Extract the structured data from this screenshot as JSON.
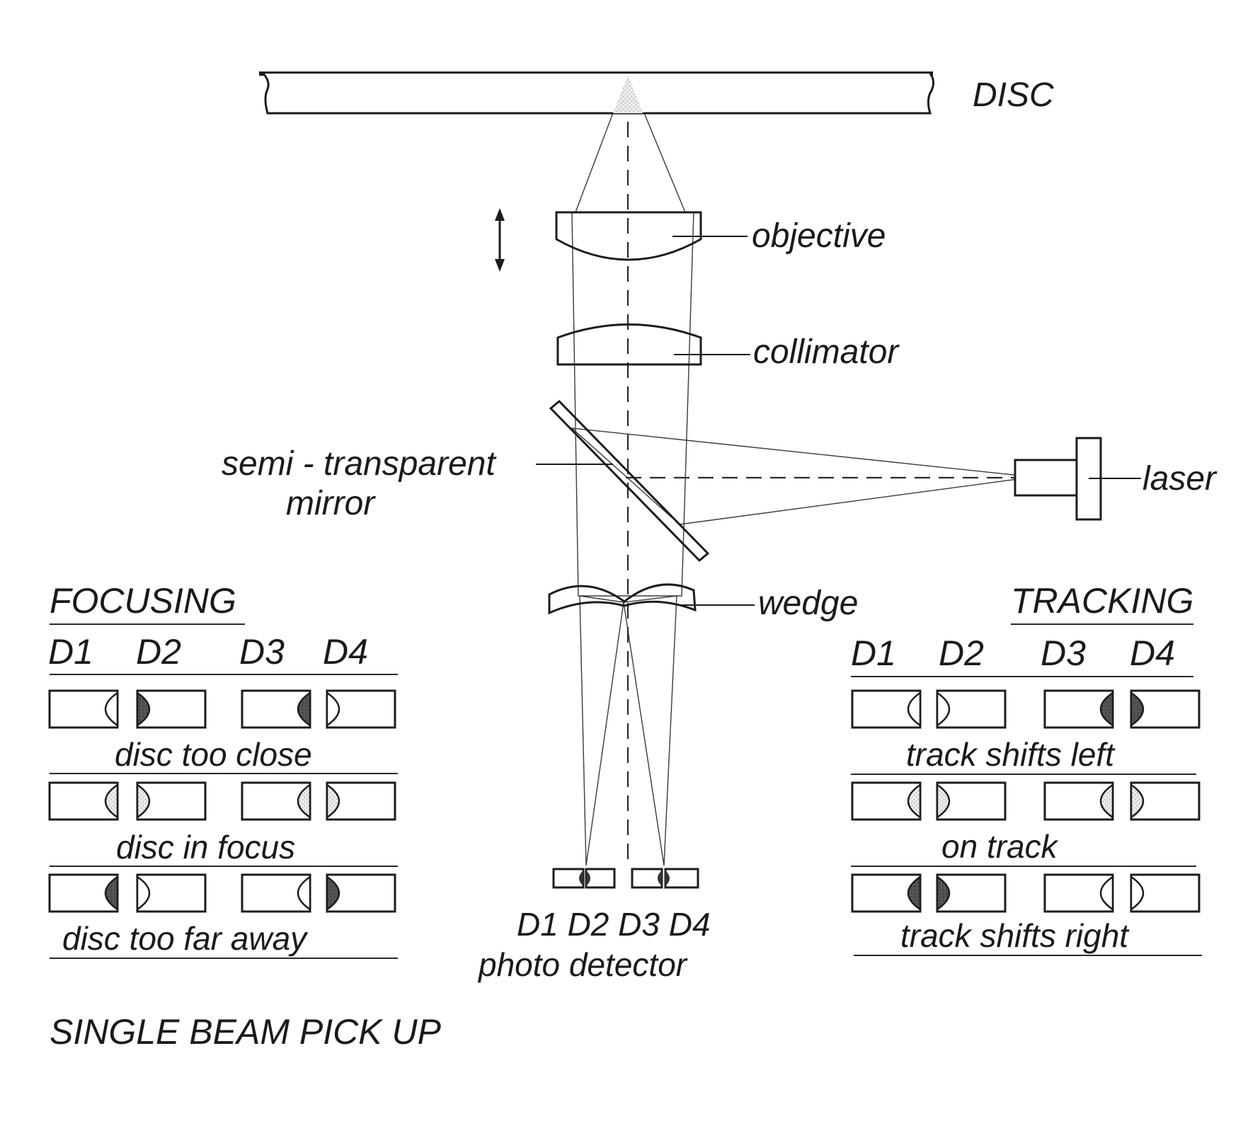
{
  "labels": {
    "disc": "DISC",
    "objective": "objective",
    "collimator": "collimator",
    "mirror_line1": "semi - transparent",
    "mirror_line2": "mirror",
    "laser": "laser",
    "wedge": "wedge",
    "detector_ids": "D1 D2 D3 D4",
    "photo_detector": "photo detector",
    "caption": "SINGLE BEAM PICK UP"
  },
  "focusing": {
    "title": "FOCUSING",
    "columns": [
      "D1",
      "D2",
      "D3",
      "D4"
    ],
    "rows": [
      {
        "label": "disc too close",
        "shades": [
          "none",
          "dark",
          "dark",
          "none"
        ]
      },
      {
        "label": "disc in focus",
        "shades": [
          "light",
          "light",
          "light",
          "light"
        ]
      },
      {
        "label": "disc too far away",
        "shades": [
          "dark",
          "none",
          "none",
          "dark"
        ]
      }
    ]
  },
  "tracking": {
    "title": "TRACKING",
    "columns": [
      "D1",
      "D2",
      "D3",
      "D4"
    ],
    "rows": [
      {
        "label": "track shifts left",
        "shades": [
          "none",
          "none",
          "dark",
          "dark"
        ]
      },
      {
        "label": "on track",
        "shades": [
          "light",
          "light",
          "light",
          "light"
        ]
      },
      {
        "label": "track shifts right",
        "shades": [
          "dark",
          "dark",
          "none",
          "none"
        ]
      }
    ]
  },
  "colors": {
    "ink": "#1c1c1c",
    "beam": "#e2e2e2",
    "dark_half": "#4a4a4a",
    "light_half": "#d6d6d6"
  }
}
